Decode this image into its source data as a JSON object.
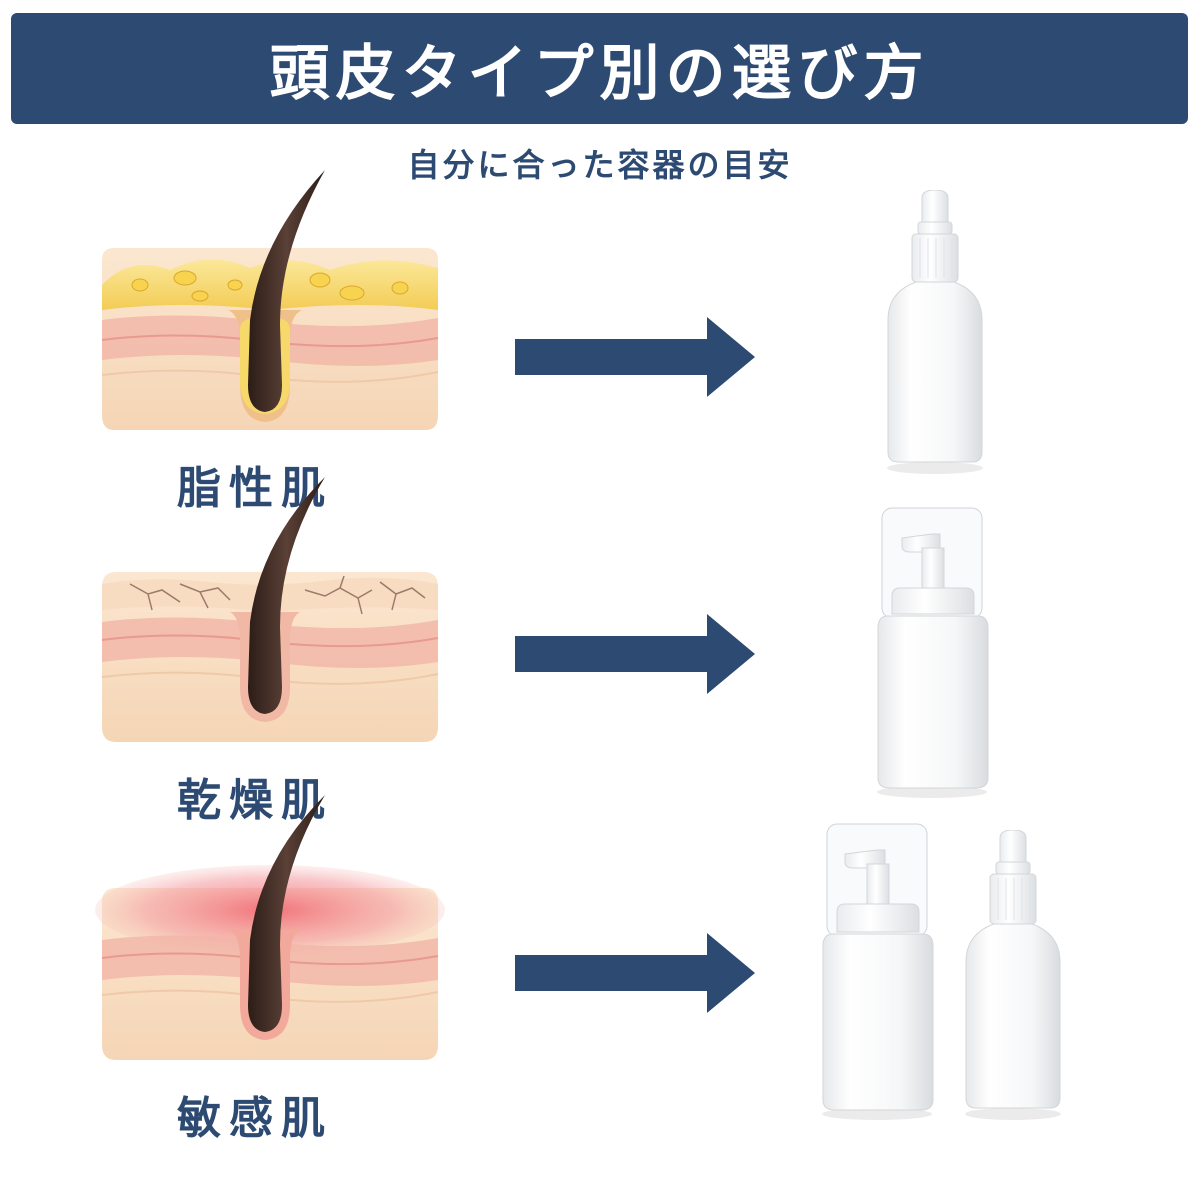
{
  "header": {
    "title": "頭皮タイプ別の選び方"
  },
  "subtitle": "自分に合った容器の目安",
  "colors": {
    "navy": "#2d4a72",
    "skin": "#f8e1c6",
    "dermis": "#f1a89d",
    "sebum": "#f7d86a",
    "redness": "#ee6a72",
    "hair": "#3d2a22",
    "bottle": "#f7f8f9"
  },
  "rows": [
    {
      "label": "脂性肌",
      "skin_condition": "oily",
      "containers": [
        "dropper-bottle"
      ]
    },
    {
      "label": "乾燥肌",
      "skin_condition": "dry",
      "containers": [
        "pump-bottle"
      ]
    },
    {
      "label": "敏感肌",
      "skin_condition": "sensitive",
      "containers": [
        "pump-bottle",
        "dropper-bottle"
      ]
    }
  ]
}
